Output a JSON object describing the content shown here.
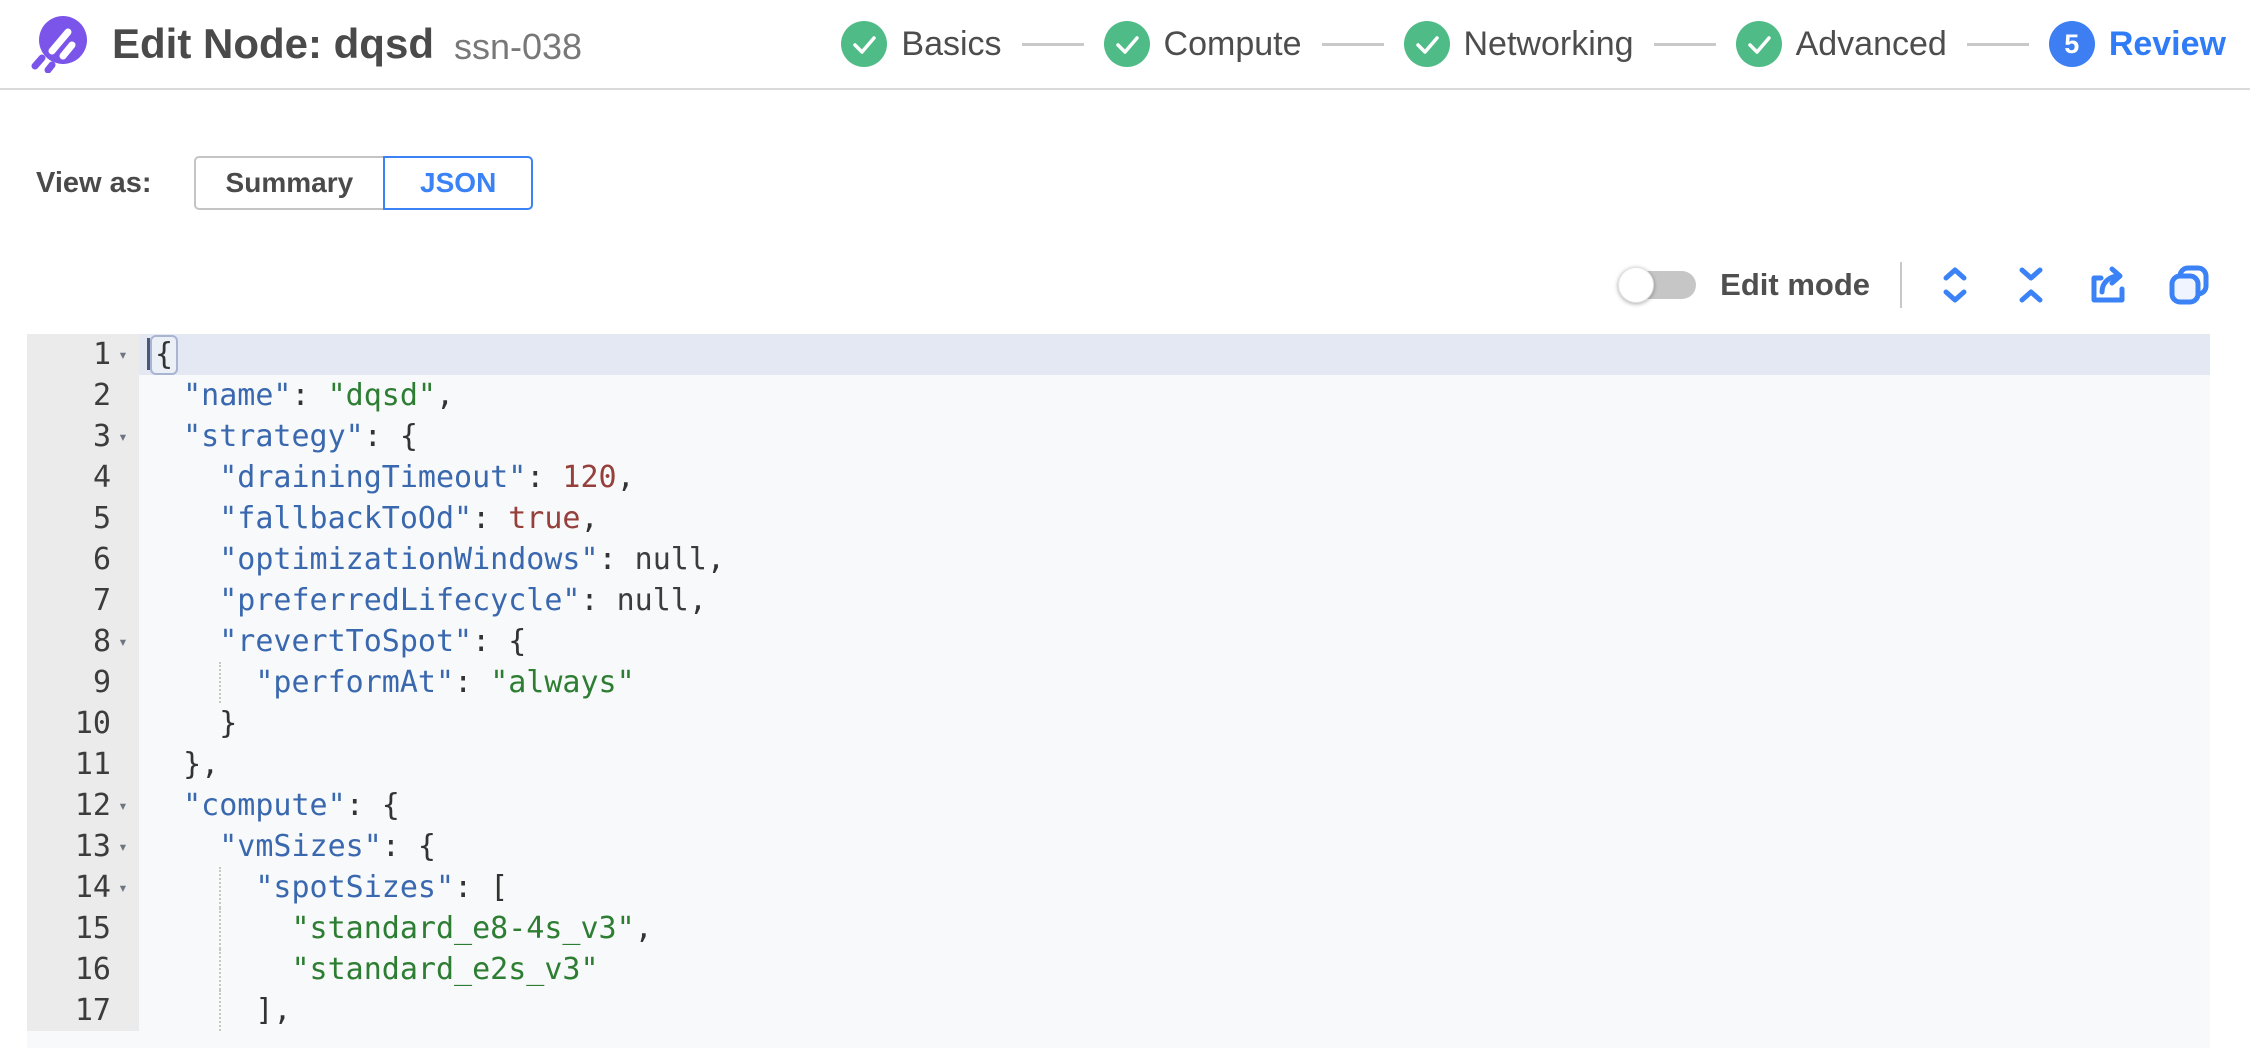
{
  "header": {
    "title": "Edit Node: dqsd",
    "subtitle": "ssn-038",
    "logo": "spot-logo",
    "steps": [
      {
        "label": "Basics",
        "state": "complete"
      },
      {
        "label": "Compute",
        "state": "complete"
      },
      {
        "label": "Networking",
        "state": "complete"
      },
      {
        "label": "Advanced",
        "state": "complete"
      },
      {
        "label": "Review",
        "state": "active",
        "number": "5"
      }
    ]
  },
  "view_as": {
    "label": "View as:",
    "options": [
      {
        "label": "Summary",
        "selected": false
      },
      {
        "label": "JSON",
        "selected": true
      }
    ]
  },
  "toolbar": {
    "edit_mode_label": "Edit mode",
    "edit_mode_on": false,
    "icons": [
      "expand-icon",
      "collapse-icon",
      "export-icon",
      "copy-icon"
    ]
  },
  "colors": {
    "brand_purple": "#7b55ea",
    "accent_blue": "#3b82f6",
    "step_complete_green": "#4fbb87",
    "active_step_blue": "#3d7ff2",
    "json_key": "#3a68af",
    "json_string": "#2d7d33",
    "json_number": "#96403c",
    "active_line_bg": "#e3e8f2"
  },
  "editor": {
    "active_line": 1,
    "lines": [
      {
        "n": 1,
        "fold": true,
        "active": true,
        "cursor": true,
        "tokens": [
          {
            "t": "punct",
            "v": "{",
            "bracket": true
          }
        ]
      },
      {
        "n": 2,
        "tokens": [
          {
            "t": "ws",
            "v": "  "
          },
          {
            "t": "key",
            "v": "\"name\""
          },
          {
            "t": "punct",
            "v": ": "
          },
          {
            "t": "string",
            "v": "\"dqsd\""
          },
          {
            "t": "punct",
            "v": ","
          }
        ]
      },
      {
        "n": 3,
        "fold": true,
        "tokens": [
          {
            "t": "ws",
            "v": "  "
          },
          {
            "t": "key",
            "v": "\"strategy\""
          },
          {
            "t": "punct",
            "v": ": {"
          }
        ]
      },
      {
        "n": 4,
        "tokens": [
          {
            "t": "ws",
            "v": "    "
          },
          {
            "t": "key",
            "v": "\"drainingTimeout\""
          },
          {
            "t": "punct",
            "v": ": "
          },
          {
            "t": "number",
            "v": "120"
          },
          {
            "t": "punct",
            "v": ","
          }
        ]
      },
      {
        "n": 5,
        "tokens": [
          {
            "t": "ws",
            "v": "    "
          },
          {
            "t": "key",
            "v": "\"fallbackToOd\""
          },
          {
            "t": "punct",
            "v": ": "
          },
          {
            "t": "bool",
            "v": "true"
          },
          {
            "t": "punct",
            "v": ","
          }
        ]
      },
      {
        "n": 6,
        "tokens": [
          {
            "t": "ws",
            "v": "    "
          },
          {
            "t": "key",
            "v": "\"optimizationWindows\""
          },
          {
            "t": "punct",
            "v": ": "
          },
          {
            "t": "null",
            "v": "null"
          },
          {
            "t": "punct",
            "v": ","
          }
        ]
      },
      {
        "n": 7,
        "tokens": [
          {
            "t": "ws",
            "v": "    "
          },
          {
            "t": "key",
            "v": "\"preferredLifecycle\""
          },
          {
            "t": "punct",
            "v": ": "
          },
          {
            "t": "null",
            "v": "null"
          },
          {
            "t": "punct",
            "v": ","
          }
        ]
      },
      {
        "n": 8,
        "fold": true,
        "tokens": [
          {
            "t": "ws",
            "v": "    "
          },
          {
            "t": "key",
            "v": "\"revertToSpot\""
          },
          {
            "t": "punct",
            "v": ": {"
          }
        ]
      },
      {
        "n": 9,
        "guides": [
          4
        ],
        "tokens": [
          {
            "t": "ws",
            "v": "      "
          },
          {
            "t": "key",
            "v": "\"performAt\""
          },
          {
            "t": "punct",
            "v": ": "
          },
          {
            "t": "string",
            "v": "\"always\""
          }
        ]
      },
      {
        "n": 10,
        "tokens": [
          {
            "t": "ws",
            "v": "    "
          },
          {
            "t": "punct",
            "v": "}"
          }
        ]
      },
      {
        "n": 11,
        "tokens": [
          {
            "t": "ws",
            "v": "  "
          },
          {
            "t": "punct",
            "v": "},"
          }
        ]
      },
      {
        "n": 12,
        "fold": true,
        "tokens": [
          {
            "t": "ws",
            "v": "  "
          },
          {
            "t": "key",
            "v": "\"compute\""
          },
          {
            "t": "punct",
            "v": ": {"
          }
        ]
      },
      {
        "n": 13,
        "fold": true,
        "tokens": [
          {
            "t": "ws",
            "v": "    "
          },
          {
            "t": "key",
            "v": "\"vmSizes\""
          },
          {
            "t": "punct",
            "v": ": {"
          }
        ]
      },
      {
        "n": 14,
        "fold": true,
        "guides": [
          4
        ],
        "tokens": [
          {
            "t": "ws",
            "v": "      "
          },
          {
            "t": "key",
            "v": "\"spotSizes\""
          },
          {
            "t": "punct",
            "v": ": ["
          }
        ]
      },
      {
        "n": 15,
        "guides": [
          4
        ],
        "tokens": [
          {
            "t": "ws",
            "v": "        "
          },
          {
            "t": "string",
            "v": "\"standard_e8-4s_v3\""
          },
          {
            "t": "punct",
            "v": ","
          }
        ]
      },
      {
        "n": 16,
        "guides": [
          4
        ],
        "tokens": [
          {
            "t": "ws",
            "v": "        "
          },
          {
            "t": "string",
            "v": "\"standard_e2s_v3\""
          }
        ]
      },
      {
        "n": 17,
        "guides": [
          4
        ],
        "tokens": [
          {
            "t": "ws",
            "v": "      "
          },
          {
            "t": "punct",
            "v": "],"
          }
        ]
      }
    ]
  }
}
